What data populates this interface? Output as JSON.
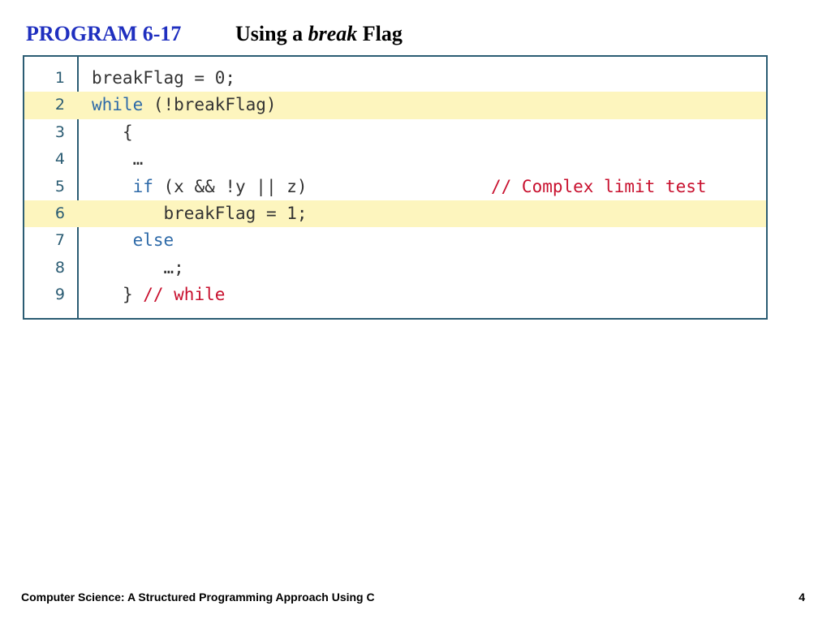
{
  "title": {
    "label": "PROGRAM 6-17",
    "heading_prefix": "Using a ",
    "heading_emphasis": "break",
    "heading_suffix": " Flag"
  },
  "code": {
    "lines": [
      {
        "number": "1",
        "indent": "",
        "keyword": "",
        "text": "breakFlag = 0;",
        "comment": ""
      },
      {
        "number": "2",
        "indent": "",
        "keyword": "while",
        "text": " (!breakFlag)",
        "comment": ""
      },
      {
        "number": "3",
        "indent": "   ",
        "keyword": "",
        "text": "{",
        "comment": ""
      },
      {
        "number": "4",
        "indent": "    ",
        "keyword": "",
        "text": "…",
        "comment": ""
      },
      {
        "number": "5",
        "indent": "    ",
        "keyword": "if",
        "text": " (x && !y || z)",
        "comment": "// Complex limit test"
      },
      {
        "number": "6",
        "indent": "       ",
        "keyword": "",
        "text": "breakFlag = 1;",
        "comment": ""
      },
      {
        "number": "7",
        "indent": "    ",
        "keyword": "else",
        "text": "",
        "comment": ""
      },
      {
        "number": "8",
        "indent": "       ",
        "keyword": "",
        "text": "…;",
        "comment": ""
      },
      {
        "number": "9",
        "indent": "   ",
        "keyword": "",
        "text": "} ",
        "comment_inline": "// while"
      }
    ],
    "highlighted_lines": [
      "2",
      "6"
    ]
  },
  "footer": {
    "course": "Computer Science: A Structured Programming Approach Using C",
    "page_number": "4"
  },
  "colors": {
    "title_label": "#1f2fbf",
    "keyword": "#2e6aa8",
    "comment": "#c8102e",
    "highlight": "#fdf5be",
    "border": "#2b5c73"
  }
}
